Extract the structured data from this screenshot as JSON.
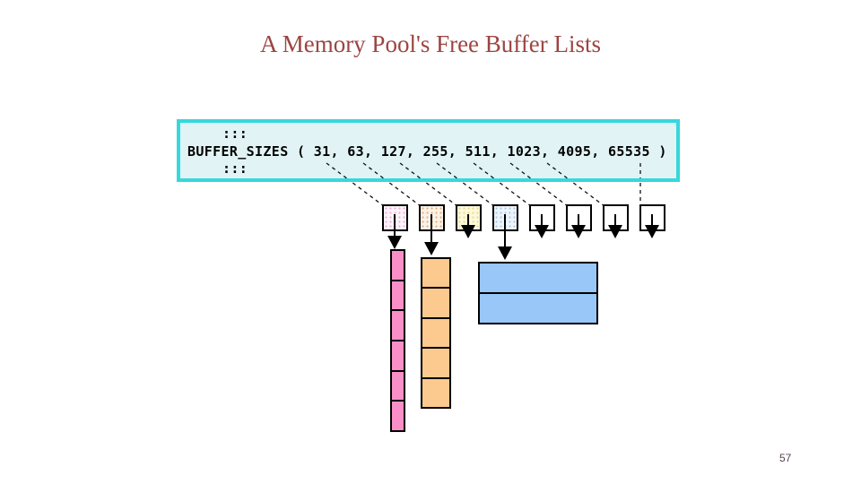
{
  "title": "A Memory Pool's Free Buffer Lists",
  "page_number": "57",
  "code_box": {
    "ellipsis_top": ":::",
    "declaration": "BUFFER_SIZES ( 31, 63, 127, 255, 511, 1023, 4095, 65535 )",
    "ellipsis_bottom": ":::"
  },
  "buffer_sizes": [
    "31",
    "63",
    "127",
    "255",
    "511",
    "1023",
    "4095",
    "65535"
  ],
  "array_slots": [
    {
      "size": "31",
      "pattern": "pink-dots",
      "points_to": "pink-free-list"
    },
    {
      "size": "63",
      "pattern": "orange-dots",
      "points_to": "orange-free-list"
    },
    {
      "size": "127",
      "pattern": "yellow-dots",
      "points_to": "empty"
    },
    {
      "size": "255",
      "pattern": "blue-dots",
      "points_to": "blue-free-list"
    },
    {
      "size": "511",
      "pattern": "none",
      "points_to": "empty"
    },
    {
      "size": "1023",
      "pattern": "none",
      "points_to": "empty"
    },
    {
      "size": "4095",
      "pattern": "none",
      "points_to": "empty"
    },
    {
      "size": "65535",
      "pattern": "none",
      "points_to": "empty"
    }
  ],
  "free_buffer_stacks": [
    {
      "name": "pink-free-list",
      "buffer_count": 6,
      "fill": "#fa8fc8"
    },
    {
      "name": "orange-free-list",
      "buffer_count": 5,
      "fill": "#fcc98f"
    },
    {
      "name": "blue-free-list",
      "buffer_count": 2,
      "fill": "#99c7f8"
    }
  ],
  "colors": {
    "title_text": "#9c4542",
    "code_box_border": "#35d8dd",
    "code_box_fill": "#e1f3f5",
    "connector": "#111111",
    "page_number": "#554455"
  }
}
